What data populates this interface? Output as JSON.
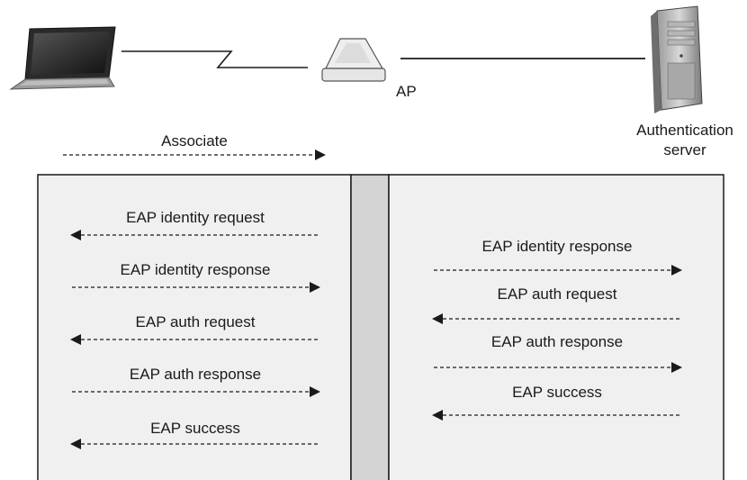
{
  "nodes": {
    "ap_label": "AP",
    "server_label_line1": "Authentication",
    "server_label_line2": "server"
  },
  "associate_label": "Associate",
  "left_column": [
    {
      "label": "EAP identity request",
      "direction": "left"
    },
    {
      "label": "EAP identity response",
      "direction": "right"
    },
    {
      "label": "EAP auth request",
      "direction": "left"
    },
    {
      "label": "EAP auth response",
      "direction": "right"
    },
    {
      "label": "EAP success",
      "direction": "left"
    }
  ],
  "right_column": [
    {
      "label": "EAP identity response",
      "direction": "right"
    },
    {
      "label": "EAP auth request",
      "direction": "left"
    },
    {
      "label": "EAP auth response",
      "direction": "right"
    },
    {
      "label": "EAP success",
      "direction": "left"
    }
  ],
  "colors": {
    "panel_fill": "#f0f0f0",
    "divider_fill": "#d4d4d4",
    "stroke": "#1a1a1a"
  }
}
